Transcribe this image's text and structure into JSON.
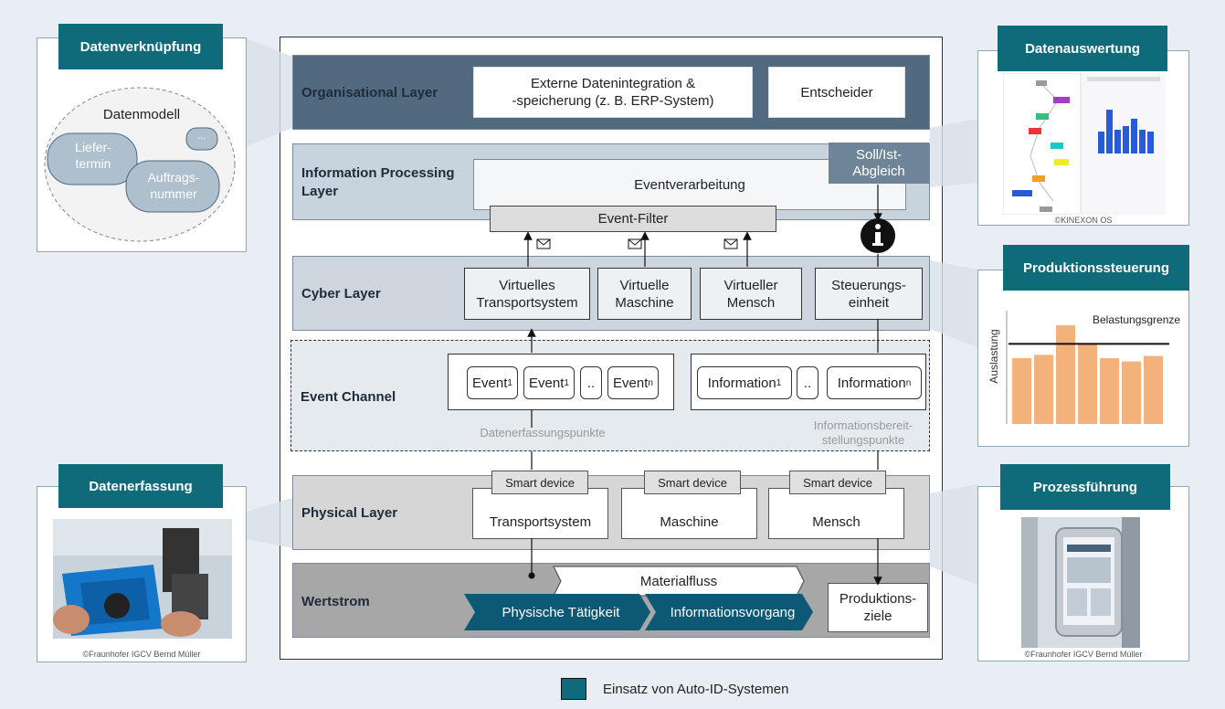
{
  "layers": {
    "organisational": {
      "label": "Organisational Layer",
      "box1_line1": "Externe Datenintegration &",
      "box1_line2": "-speicherung (z. B. ERP-System)",
      "box2": "Entscheider"
    },
    "information": {
      "label_line1": "Information Processing",
      "label_line2": "Layer",
      "processing": "Eventverarbeitung",
      "soll_line1": "Soll/Ist-",
      "soll_line2": "Abgleich",
      "filter": "Event-Filter"
    },
    "cyber": {
      "label": "Cyber Layer",
      "items": [
        {
          "line1": "Virtuelles",
          "line2": "Transportsystem"
        },
        {
          "line1": "Virtuelle",
          "line2": "Maschine"
        },
        {
          "line1": "Virtueller",
          "line2": "Mensch"
        },
        {
          "line1": "Steuerungs-",
          "line2": "einheit"
        }
      ]
    },
    "event_channel": {
      "label": "Event Channel",
      "event": "Event",
      "sub1": "1",
      "subn": "n",
      "dots": "..",
      "information": "Information",
      "capture_points": "Datenerfassungspunkte",
      "info_points_line1": "Informationsbereit-",
      "info_points_line2": "stellungspunkte"
    },
    "physical": {
      "label": "Physical Layer",
      "smart": "Smart device",
      "items": [
        "Transportsystem",
        "Maschine",
        "Mensch"
      ]
    },
    "wertstrom": {
      "label": "Wertstrom",
      "material": "Materialfluss",
      "physical": "Physische Tätigkeit",
      "info": "Informationsvorgang",
      "goal_line1": "Produktions-",
      "goal_line2": "ziele"
    }
  },
  "panels": {
    "verknuepfung": {
      "title": "Datenverknüpfung",
      "model": "Datenmodell",
      "bubble1_line1": "Liefer-",
      "bubble1_line2": "termin",
      "bubble2_line1": "Auftrags-",
      "bubble2_line2": "nummer",
      "bubble3": "..."
    },
    "erfassung": {
      "title": "Datenerfassung",
      "credit": "©Fraunhofer IGCV Bernd Müller"
    },
    "auswertung": {
      "title": "Datenauswertung",
      "credit": "©KINEXON OS"
    },
    "steuerung": {
      "title": "Produktionssteuerung",
      "ylabel": "Auslastung",
      "limit": "Belastungsgrenze"
    },
    "prozess": {
      "title": "Prozessführung",
      "credit": "©Fraunhofer IGCV Bernd Müller"
    }
  },
  "legend": {
    "label": "Einsatz von Auto-ID-Systemen",
    "color": "#0f6b7a"
  },
  "colors": {
    "teal": "#0f6b7a",
    "org": "#526a80",
    "info": "#c7d3dd",
    "cyber": "#cdd6de",
    "physical": "#d6d6d6",
    "wert": "#a7a7a7",
    "chevron": "#0c5975",
    "bar": "#f3b27c"
  },
  "chart_data": {
    "type": "bar",
    "ylabel": "Auslastung",
    "values": [
      0.6,
      0.63,
      0.9,
      0.73,
      0.6,
      0.57,
      0.62
    ],
    "limit": 0.73,
    "limit_label": "Belastungsgrenze"
  }
}
